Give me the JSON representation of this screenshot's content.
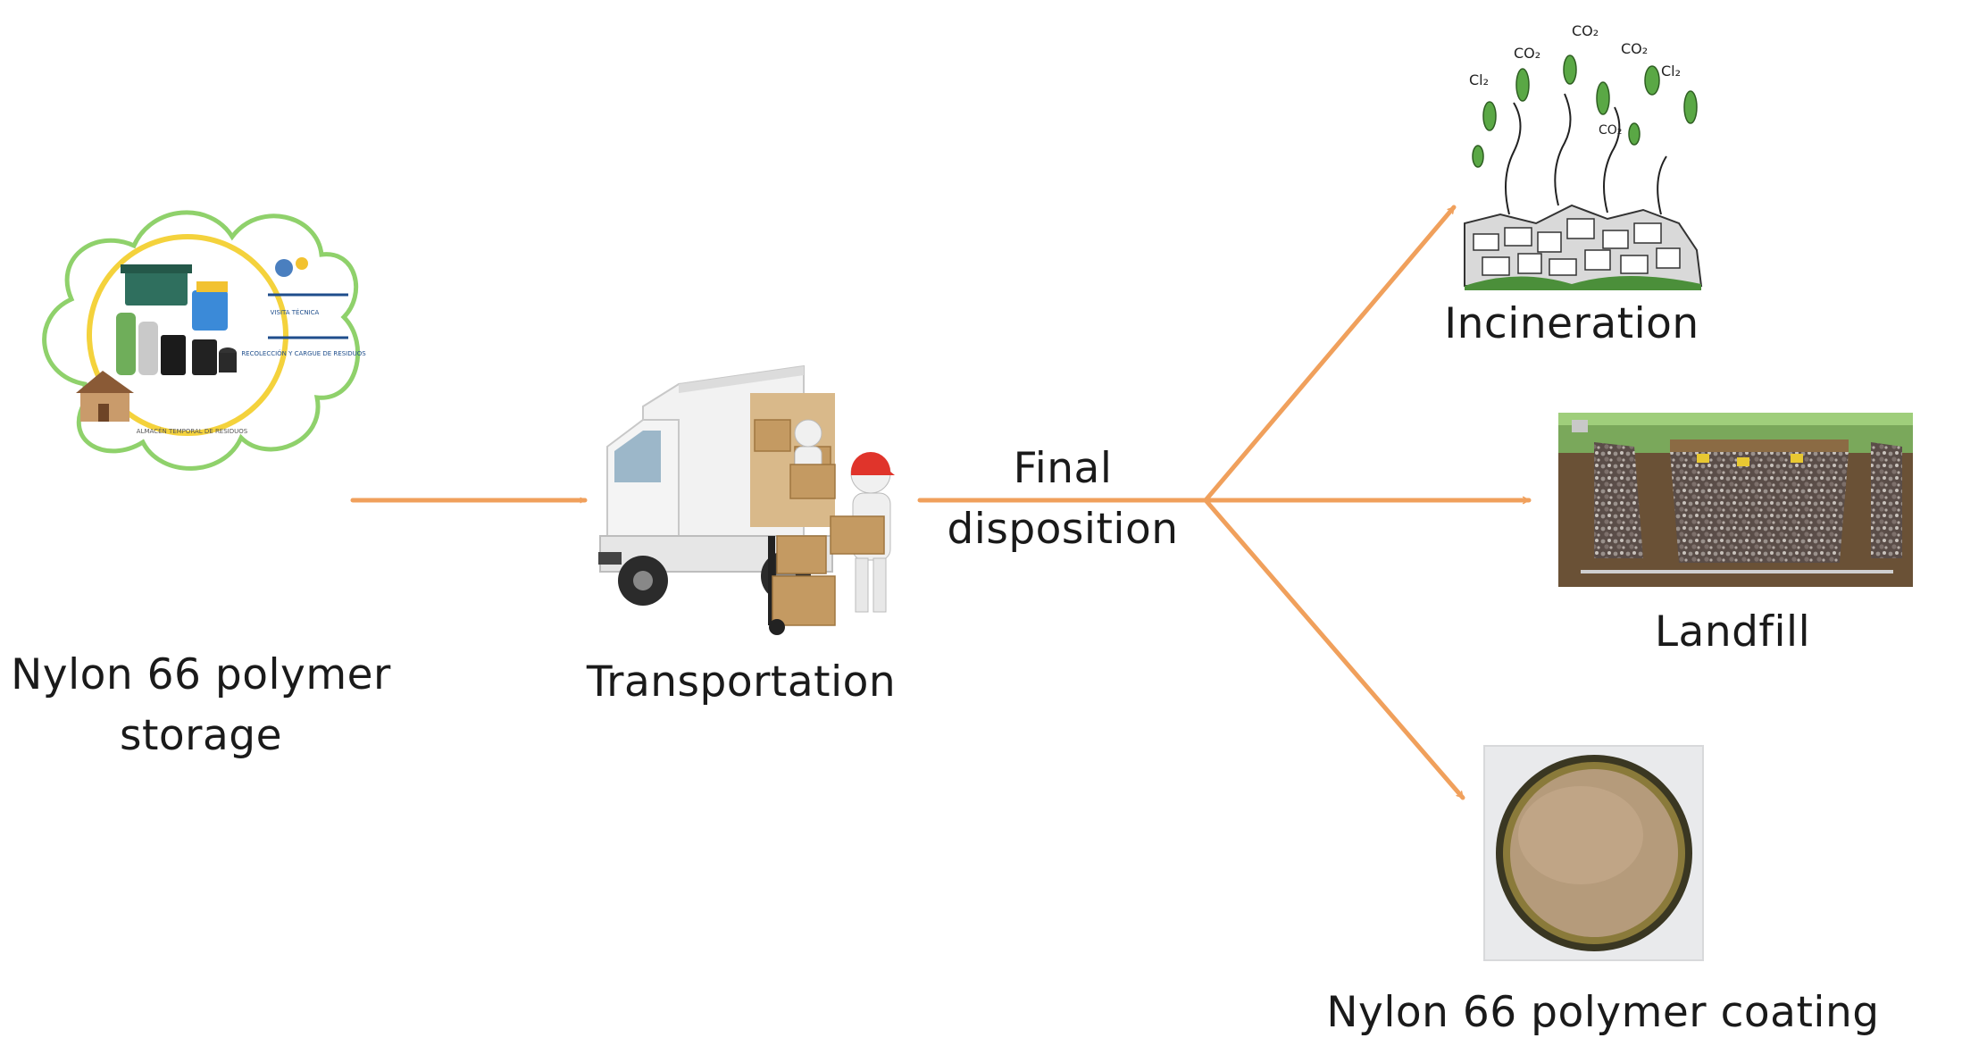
{
  "diagram": {
    "nodes": {
      "storage": {
        "line1": "Nylon 66 polymer",
        "line2": "storage",
        "inner_texts": [
          "VISITA TÉCNICA",
          "RECOLECCIÓN Y CARGUE DE RESIDUOS",
          "ALMACÉN TEMPORAL DE RESIDUOS"
        ]
      },
      "transport": {
        "label": "Transportation"
      },
      "final": {
        "line1": "Final",
        "line2": "disposition"
      },
      "incineration": {
        "label": "Incineration",
        "gas_labels": [
          "Cl₂",
          "CO₂",
          "CO₂",
          "CO₂",
          "Cl₂",
          "CO₂"
        ]
      },
      "landfill": {
        "label": "Landfill"
      },
      "coating": {
        "label": "Nylon 66 polymer coating"
      }
    },
    "colors": {
      "arrow": "#f0a05c",
      "cloud_outline": "#8fd16b",
      "ring": "#f4d23c",
      "text": "#1a1a1a"
    }
  }
}
